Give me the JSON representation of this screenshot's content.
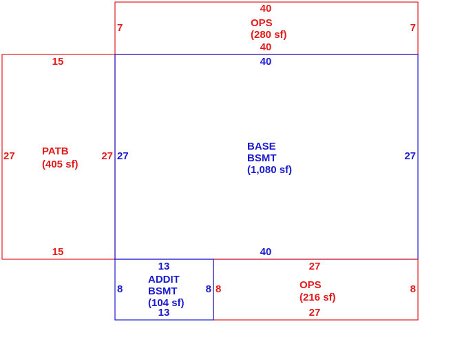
{
  "colors": {
    "red": "#e31b1b",
    "blue": "#1a1ad0"
  },
  "areas": {
    "ops_top": {
      "name": "OPS",
      "area": "(280 sf)",
      "dims": {
        "top": "40",
        "bottom": "40",
        "left": "7",
        "right": "7"
      }
    },
    "patb": {
      "name": "PATB",
      "area": "(405 sf)",
      "dims": {
        "top": "15",
        "bottom": "15",
        "left": "27",
        "right": "27"
      }
    },
    "base": {
      "name_line1": "BASE",
      "name_line2": "BSMT",
      "area": "(1,080 sf)",
      "dims": {
        "top": "40",
        "bottom": "40",
        "left": "27",
        "right": "27"
      }
    },
    "addit": {
      "name_line1": "ADDIT",
      "name_line2": "BSMT",
      "area": "(104 sf)",
      "dims": {
        "top": "13",
        "bottom": "13",
        "left": "8",
        "right": "8"
      }
    },
    "ops_bottom": {
      "name": "OPS",
      "area": "(216 sf)",
      "dims": {
        "top": "27",
        "bottom": "27",
        "left": "8",
        "right": "8"
      }
    }
  }
}
